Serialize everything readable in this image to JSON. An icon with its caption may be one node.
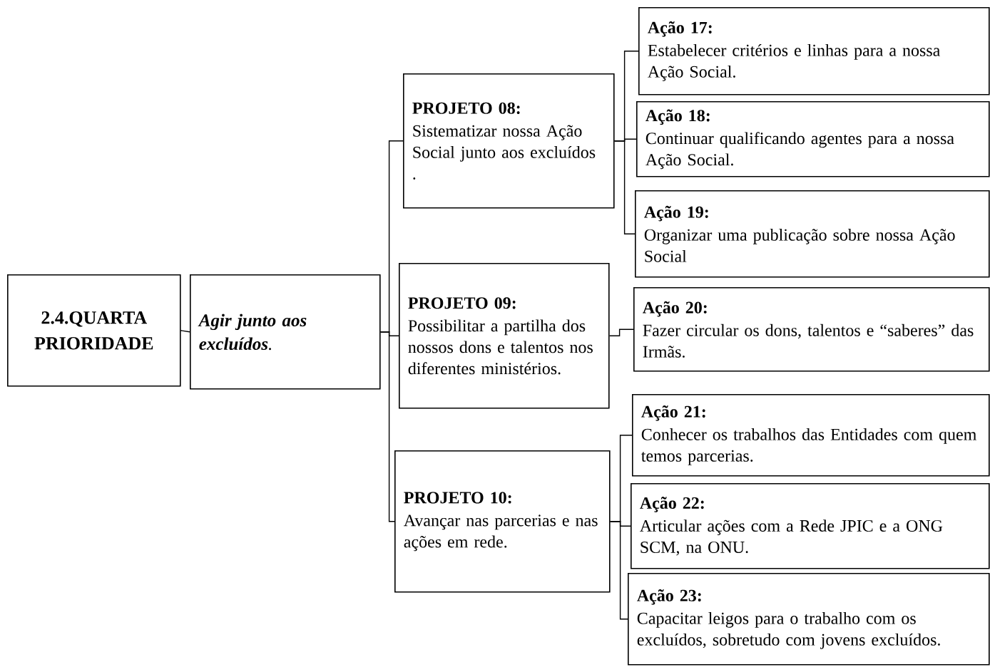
{
  "diagram": {
    "nodes": [
      {
        "text": [
          "2.4.QUARTA PRIORIDADE"
        ]
      },
      {
        "text": [
          "**Agir junto aos excluídos**."
        ]
      },
      {
        "text": [
          "PROJETO 08:",
          "Sistematizar nossa Ação Social junto aos excluídos ."
        ]
      },
      {
        "text": [
          "PROJETO 09:",
          "Possibilitar a partilha dos nossos dons e talentos nos diferentes ministérios."
        ]
      },
      {
        "text": [
          "PROJETO 10:",
          "Avançar nas parcerias e nas ações em rede."
        ]
      },
      {
        "text": [
          "Ação 17:",
          "Estabelecer critérios e linhas para a nossa Ação Social."
        ]
      },
      {
        "text": [
          "Ação 18:",
          "Continuar qualificando agentes para a nossa Ação Social."
        ]
      },
      {
        "text": [
          "Ação 19:",
          "Organizar uma publicação sobre nossa Ação Social"
        ]
      },
      {
        "text": [
          "Ação 20:",
          "Fazer circular os dons, talentos e “saberes” das Irmãs."
        ]
      },
      {
        "text": [
          "Ação 21:",
          "Conhecer os trabalhos das Entidades com quem temos parcerias."
        ]
      },
      {
        "text": [
          "Ação 22:",
          "Articular ações com a Rede JPIC e a ONG SCM, na ONU."
        ]
      },
      {
        "text": [
          "Ação 23:",
          "Capacitar leigos para o trabalho com os excluídos, sobretudo com jovens excluídos."
        ]
      }
    ],
    "edges": [
      {
        "from": 0,
        "to": 1,
        "arrow": "none"
      },
      {
        "from": 1,
        "to": 2,
        "arrow": "none"
      },
      {
        "from": 1,
        "to": 3,
        "arrow": "none"
      },
      {
        "from": 1,
        "to": 4,
        "arrow": "none"
      },
      {
        "from": 2,
        "to": 5,
        "arrow": "none"
      },
      {
        "from": 2,
        "to": 6,
        "arrow": "none"
      },
      {
        "from": 2,
        "to": 7,
        "arrow": "none"
      },
      {
        "from": 3,
        "to": 8,
        "arrow": "none"
      },
      {
        "from": 4,
        "to": 9,
        "arrow": "none"
      },
      {
        "from": 4,
        "to": 10,
        "arrow": "none"
      },
      {
        "from": 4,
        "to": 11,
        "arrow": "none"
      }
    ]
  }
}
